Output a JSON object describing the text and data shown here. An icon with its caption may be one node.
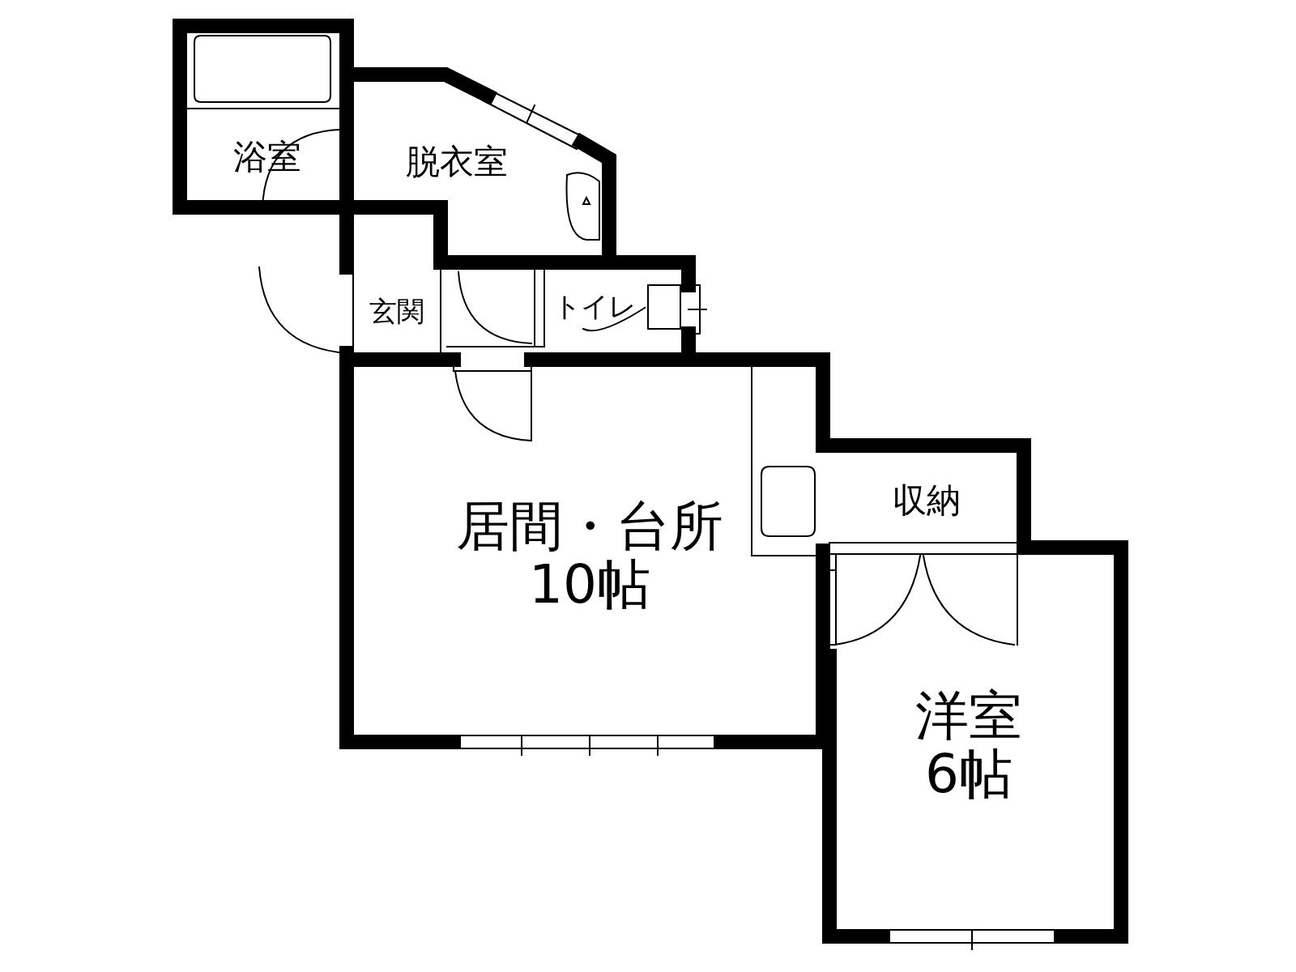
{
  "diagram": {
    "nodes": [
      {
        "text": [
          "浴室"
        ]
      },
      {
        "text": [
          "脱衣室"
        ]
      },
      {
        "text": [
          "玄関"
        ]
      },
      {
        "text": [
          "トイレ"
        ]
      },
      {
        "text": [
          "居間・台所",
          "10帖"
        ]
      },
      {
        "text": [
          "収納"
        ]
      },
      {
        "text": [
          "洋室",
          "6帖"
        ]
      }
    ]
  }
}
